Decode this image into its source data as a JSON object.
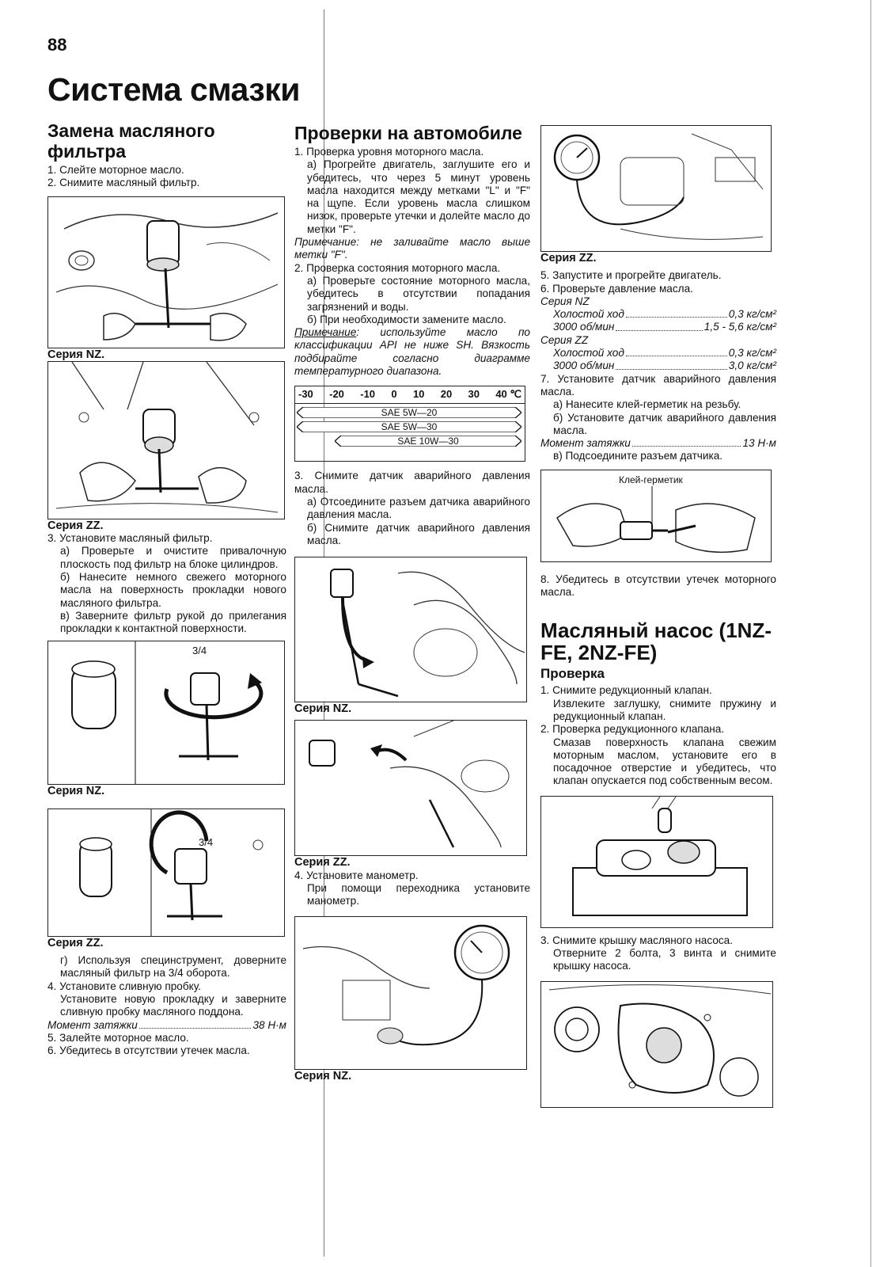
{
  "page_number": "88",
  "title": "Система смазки",
  "col1": {
    "heading": "Замена масляного фильтра",
    "steps_a": [
      "1. Слейте моторное масло.",
      "2. Снимите масляный фильтр."
    ],
    "cap1": "Серия NZ.",
    "cap2": "Серия ZZ.",
    "s3": "3. Установите масляный фильтр.",
    "s3a": "а) Проверьте и очистите привалочную плоскость под фильтр на блоке цилиндров.",
    "s3b": "б) Нанесите немного свежего моторного масла на поверхность прокладки нового масляного фильтра.",
    "s3c": "в) Заверните фильтр рукой до прилегания прокладки к контактной поверхности.",
    "fig3_label": "3/4",
    "cap3": "Серия NZ.",
    "fig4_label": "3/4",
    "cap4": "Серия ZZ.",
    "s3d": "г) Используя специнструмент, доверните масляный фильтр на 3/4 оборота.",
    "s4": "4. Установите сливную пробку.",
    "s4a": "Установите новую прокладку и заверните сливную пробку масляного поддона.",
    "torque_label": "Момент затяжки",
    "torque_value": "38 Н·м",
    "s5": "5. Залейте моторное масло.",
    "s6": "6. Убедитесь в отсутствии утечек масла."
  },
  "col2": {
    "heading": "Проверки на автомобиле",
    "s1": "1. Проверка уровня моторного масла.",
    "s1a": "а) Прогрейте двигатель, заглушите его и убедитесь, что через 5 минут уровень масла находится между метками \"L\" и \"F\" на щупе. Если уровень масла слишком низок, проверьте утечки и долейте масло до метки \"F\".",
    "note1": "Примечание: не заливайте масло выше метки \"F\".",
    "s2": "2. Проверка состояния моторного масла.",
    "s2a": "а) Проверьте состояние моторного масла, убедитесь в отсутствии попадания загрязнений и воды.",
    "s2b": "б) При необходимости замените масло.",
    "note2_label": "Примечание",
    "note2": ": используйте масло по классификации API не ниже SH. Вязкость подбирайте согласно диаграмме температурного диапазона.",
    "oil_chart": {
      "temps": [
        "-30",
        "-20",
        "-10",
        "0",
        "10",
        "20",
        "30",
        "40 ℃"
      ],
      "grades": [
        "SAE 5W—20",
        "SAE 5W—30",
        "SAE 10W—30"
      ]
    },
    "s3": "3. Снимите датчик аварийного давления масла.",
    "s3a": "а) Отсоедините разъем датчика аварийного давления масла.",
    "s3b": "б) Снимите датчик аварийного давления масла.",
    "cap1": "Серия NZ.",
    "cap2": "Серия ZZ.",
    "s4": "4. Установите манометр.",
    "s4a": "При помощи переходника установите манометр.",
    "cap3": "Серия NZ."
  },
  "col3": {
    "cap_top": "Серия ZZ.",
    "s5": "5. Запустите и прогрейте двигатель.",
    "s6": "6. Проверьте давление масла.",
    "nz_label": "Серия NZ",
    "nz_idle_label": "Холостой ход",
    "nz_idle_val": "0,3 кг/см²",
    "nz_3000_label": "3000 об/мин",
    "nz_3000_val": "1,5 - 5,6 кг/см²",
    "zz_label": "Серия ZZ",
    "zz_idle_label": "Холостой ход",
    "zz_idle_val": "0,3 кг/см²",
    "zz_3000_label": "3000 об/мин",
    "zz_3000_val": "3,0 кг/см²",
    "s7": "7. Установите датчик аварийного давления масла.",
    "s7a": "а) Нанесите клей-герметик на резьбу.",
    "s7b": "б) Установите датчик аварийного давления масла.",
    "torque_label": "Момент затяжки",
    "torque_value": "13 Н·м",
    "s7c": "в) Подсоедините разъем датчика.",
    "fig_label": "Клей-герметик",
    "s8": "8. Убедитесь в отсутствии утечек моторного масла.",
    "heading2": "Масляный насос (1NZ-FE, 2NZ-FE)",
    "sub": "Проверка",
    "p1": "1. Снимите редукционный клапан.",
    "p1a": "Извлеките заглушку, снимите пружину и редукционный клапан.",
    "p2": "2. Проверка редукционного клапана.",
    "p2a": "Смазав поверхность клапана свежим моторным маслом, установите его в посадочное отверстие и убедитесь, что клапан опускается под собственным весом.",
    "p3": "3. Снимите крышку масляного насоса.",
    "p3a": "Отверните 2 болта, 3 винта и снимите крышку насоса."
  }
}
